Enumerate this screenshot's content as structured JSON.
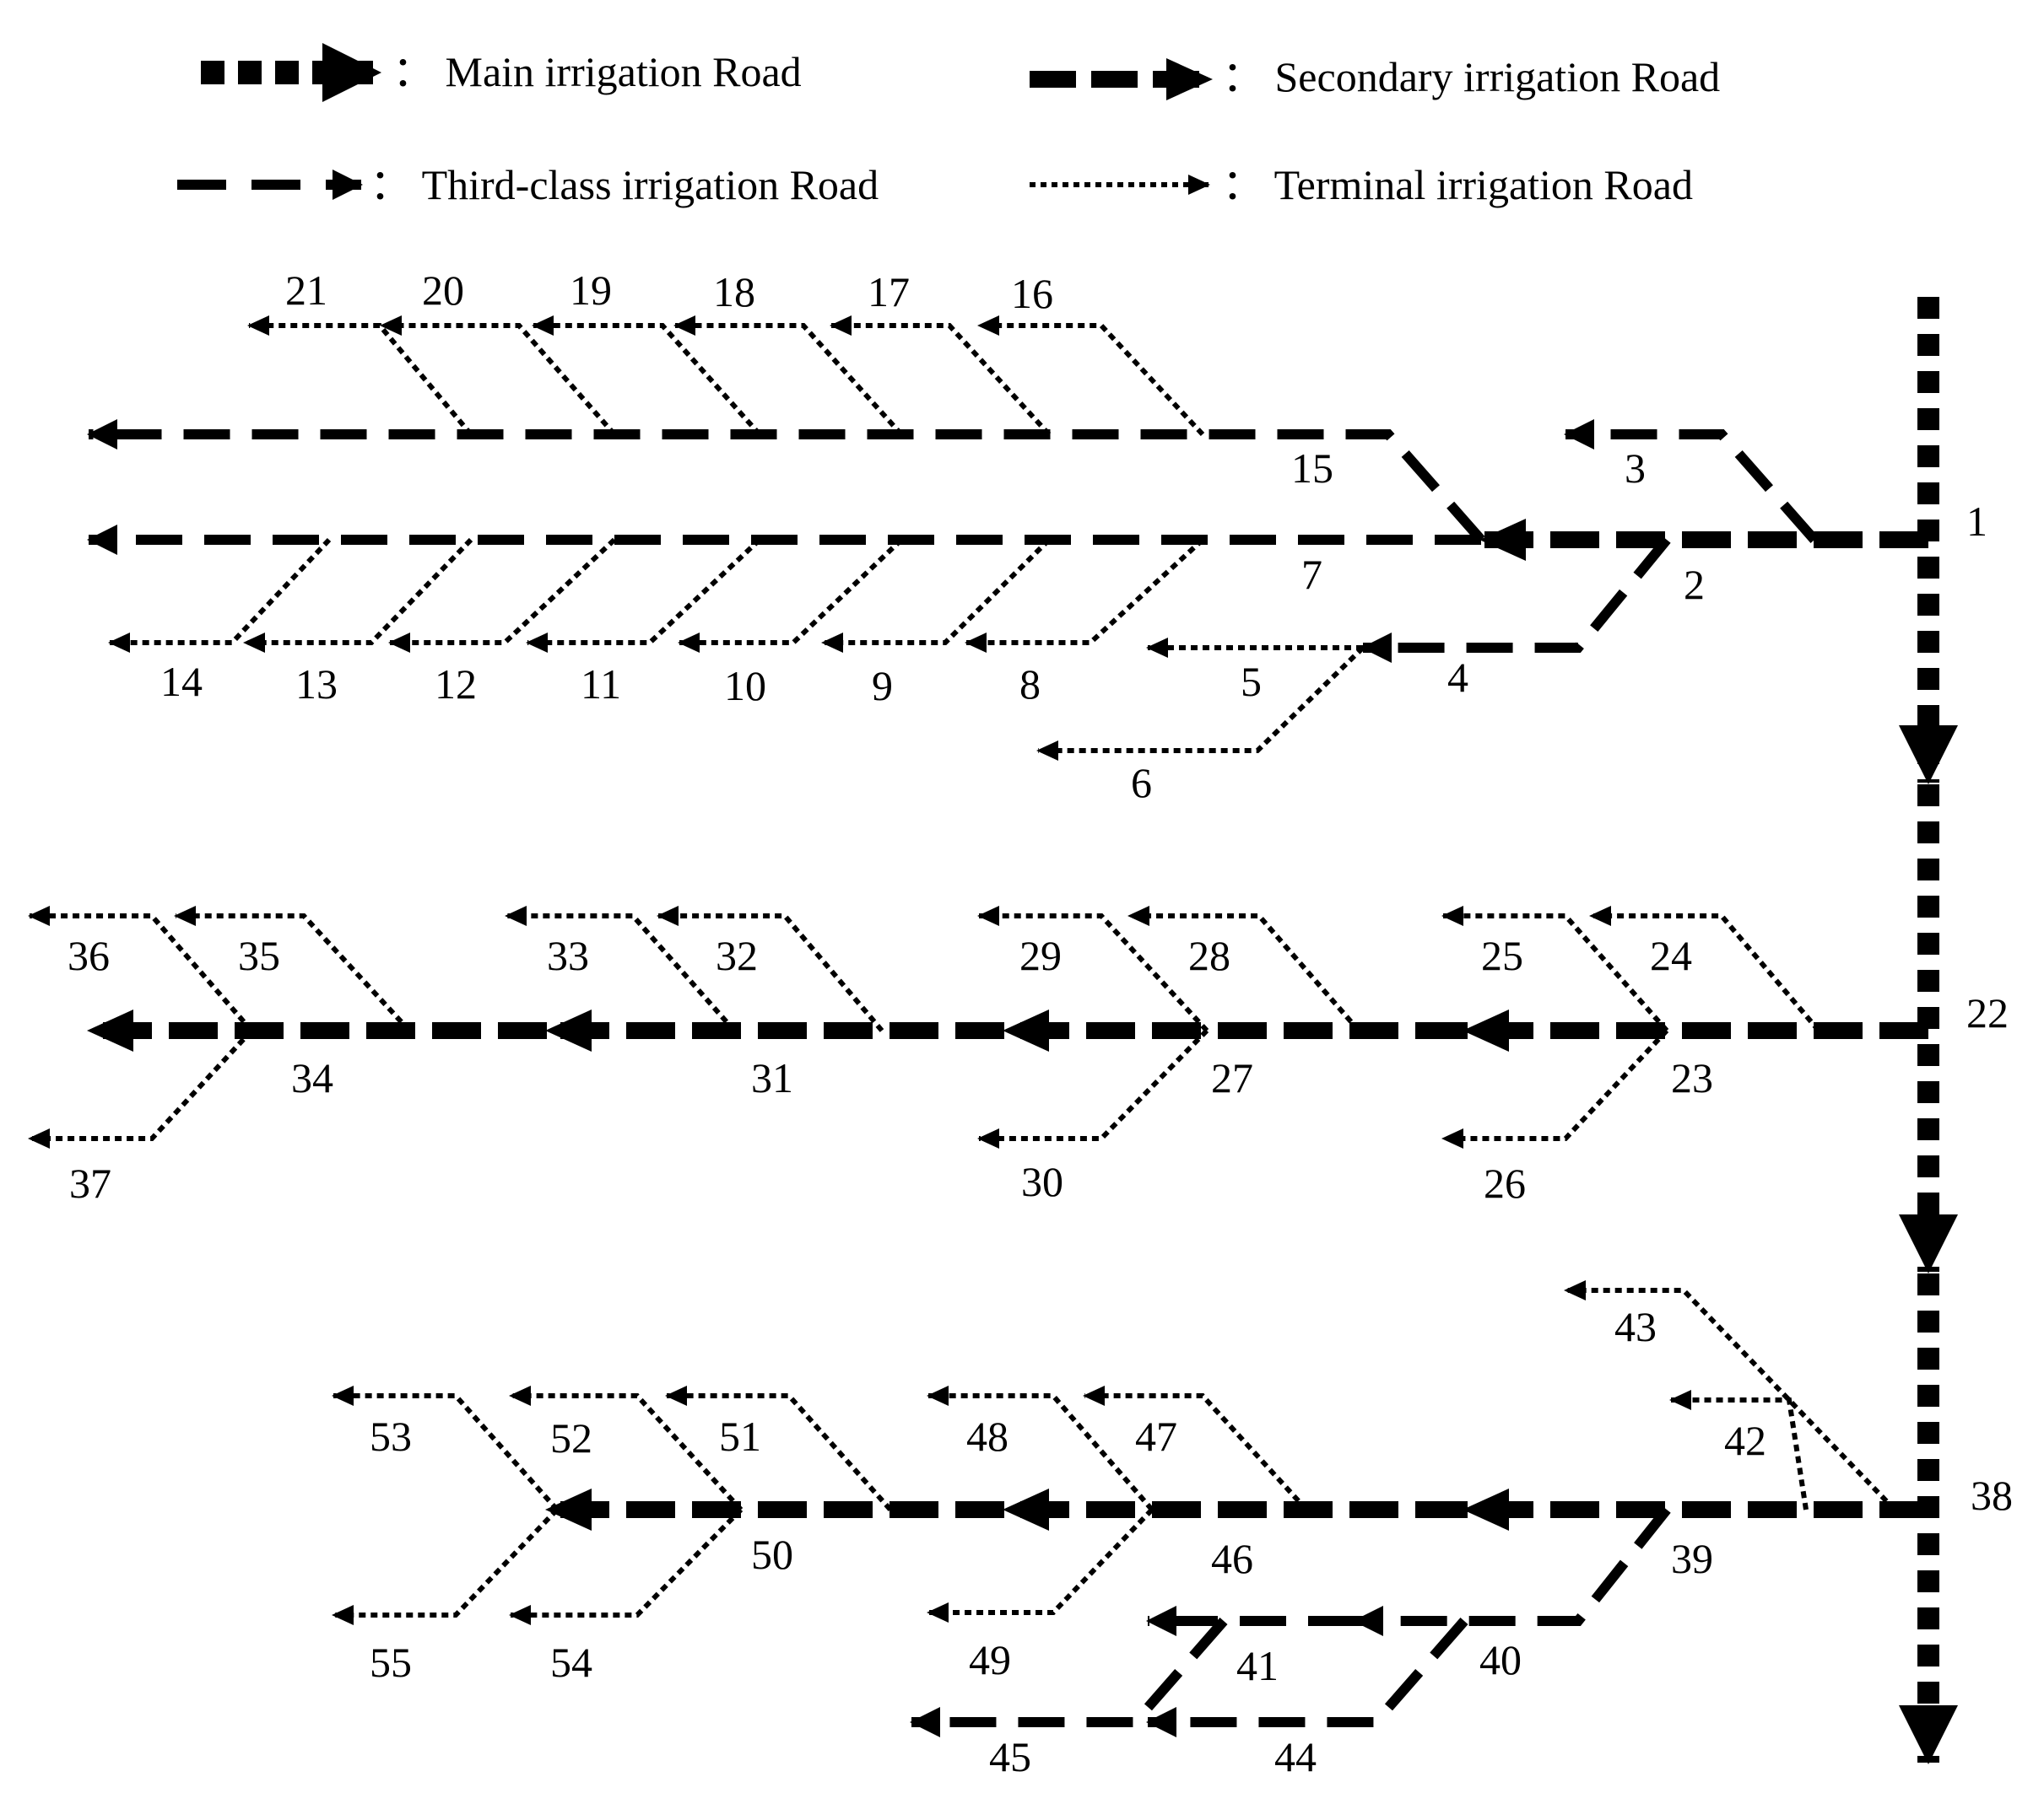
{
  "legend": {
    "main": "： Main irrigation Road",
    "secondary": "： Secondary irrigation Road",
    "third": "： Third-class irrigation Road",
    "terminal": "： Terminal irrigation Road"
  },
  "nodes": {
    "n1": "1",
    "n2": "2",
    "n3": "3",
    "n4": "4",
    "n5": "5",
    "n6": "6",
    "n7": "7",
    "n8": "8",
    "n9": "9",
    "n10": "10",
    "n11": "11",
    "n12": "12",
    "n13": "13",
    "n14": "14",
    "n15": "15",
    "n16": "16",
    "n17": "17",
    "n18": "18",
    "n19": "19",
    "n20": "20",
    "n21": "21",
    "n22": "22",
    "n23": "23",
    "n24": "24",
    "n25": "25",
    "n26": "26",
    "n27": "27",
    "n28": "28",
    "n29": "29",
    "n30": "30",
    "n31": "31",
    "n32": "32",
    "n33": "33",
    "n34": "34",
    "n35": "35",
    "n36": "36",
    "n37": "37",
    "n38": "38",
    "n39": "39",
    "n40": "40",
    "n41": "41",
    "n42": "42",
    "n43": "43",
    "n44": "44",
    "n45": "45",
    "n46": "46",
    "n47": "47",
    "n48": "48",
    "n49": "49",
    "n50": "50",
    "n51": "51",
    "n52": "52",
    "n53": "53",
    "n54": "54",
    "n55": "55"
  },
  "colors": {
    "stroke": "#000000",
    "background": "#ffffff"
  }
}
